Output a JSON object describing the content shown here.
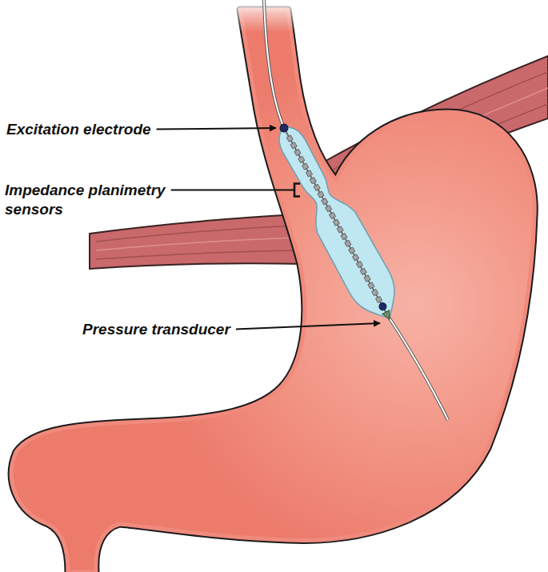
{
  "diagram": {
    "labels": [
      "Excitation electrode",
      "Impedance planimetry sensors",
      "Pressure transducer"
    ]
  }
}
